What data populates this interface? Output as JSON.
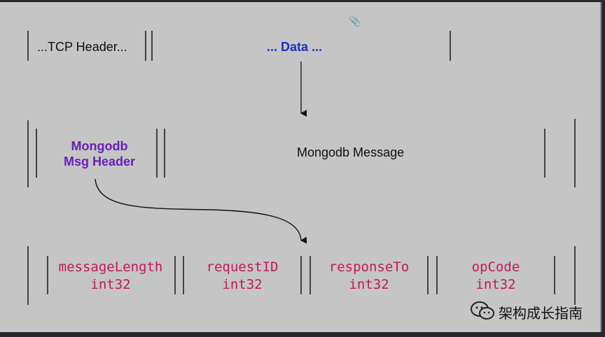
{
  "row1": {
    "tcp_header": "...TCP Header...",
    "data": "...  Data  ..."
  },
  "row2": {
    "header_line1": "Mongodb",
    "header_line2": "Msg Header",
    "message": "Mongodb Message"
  },
  "row3": {
    "fields": [
      {
        "name": "messageLength",
        "type": "int32"
      },
      {
        "name": "requestID",
        "type": "int32"
      },
      {
        "name": "responseTo",
        "type": "int32"
      },
      {
        "name": "opCode",
        "type": "int32"
      }
    ]
  },
  "watermark": {
    "text": "架构成长指南"
  },
  "colors": {
    "data": "#1a33c0",
    "header": "#6a1fb8",
    "field": "#c2185b"
  }
}
